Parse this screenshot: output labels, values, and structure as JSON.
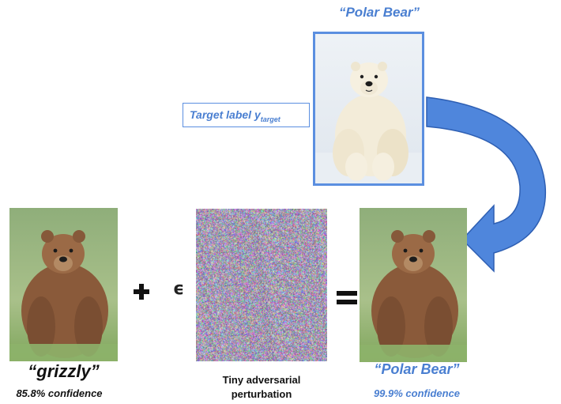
{
  "top": {
    "title": "“Polar Bear”"
  },
  "target_label": {
    "text": "Target label y",
    "subscript": "target"
  },
  "left": {
    "label": "“grizzly”",
    "confidence": "85.8% confidence"
  },
  "operators": {
    "epsilon": "ϵ"
  },
  "middle": {
    "line1": "Tiny adversarial",
    "line2": "perturbation"
  },
  "right": {
    "label": "“Polar Bear”",
    "confidence": "99.9% confidence"
  },
  "colors": {
    "accent": "#4a7fd1",
    "arrow": "#4f86dc",
    "arrow_outline": "#2e5fb3"
  }
}
